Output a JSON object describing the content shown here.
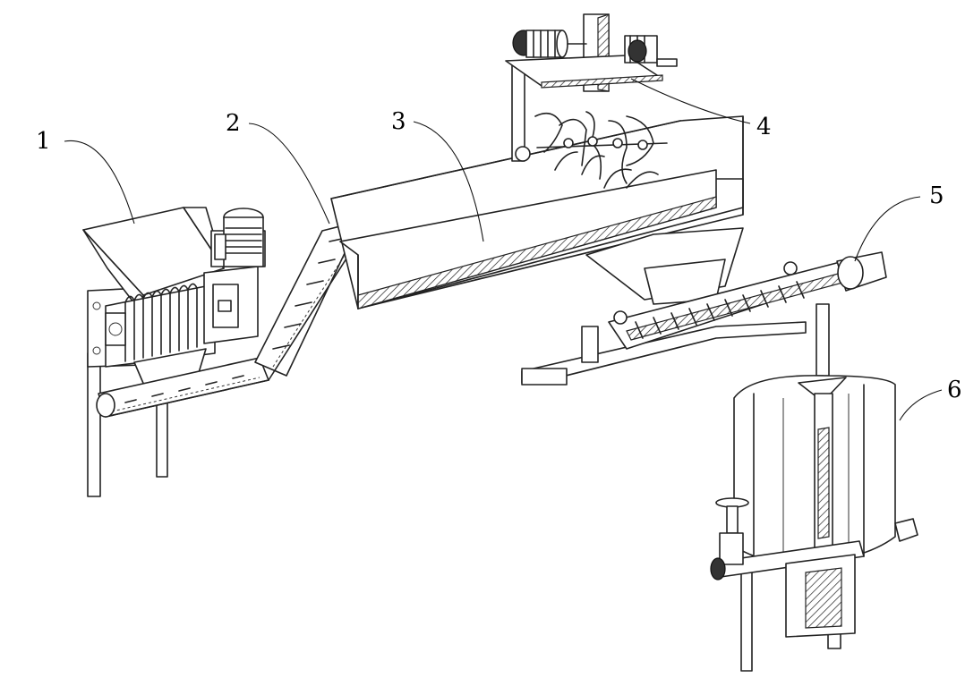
{
  "figure": {
    "labels": [
      {
        "id": "1",
        "text": "1"
      },
      {
        "id": "2",
        "text": "2"
      },
      {
        "id": "3",
        "text": "3"
      },
      {
        "id": "4",
        "text": "4"
      },
      {
        "id": "5",
        "text": "5"
      },
      {
        "id": "6",
        "text": "6"
      }
    ]
  }
}
